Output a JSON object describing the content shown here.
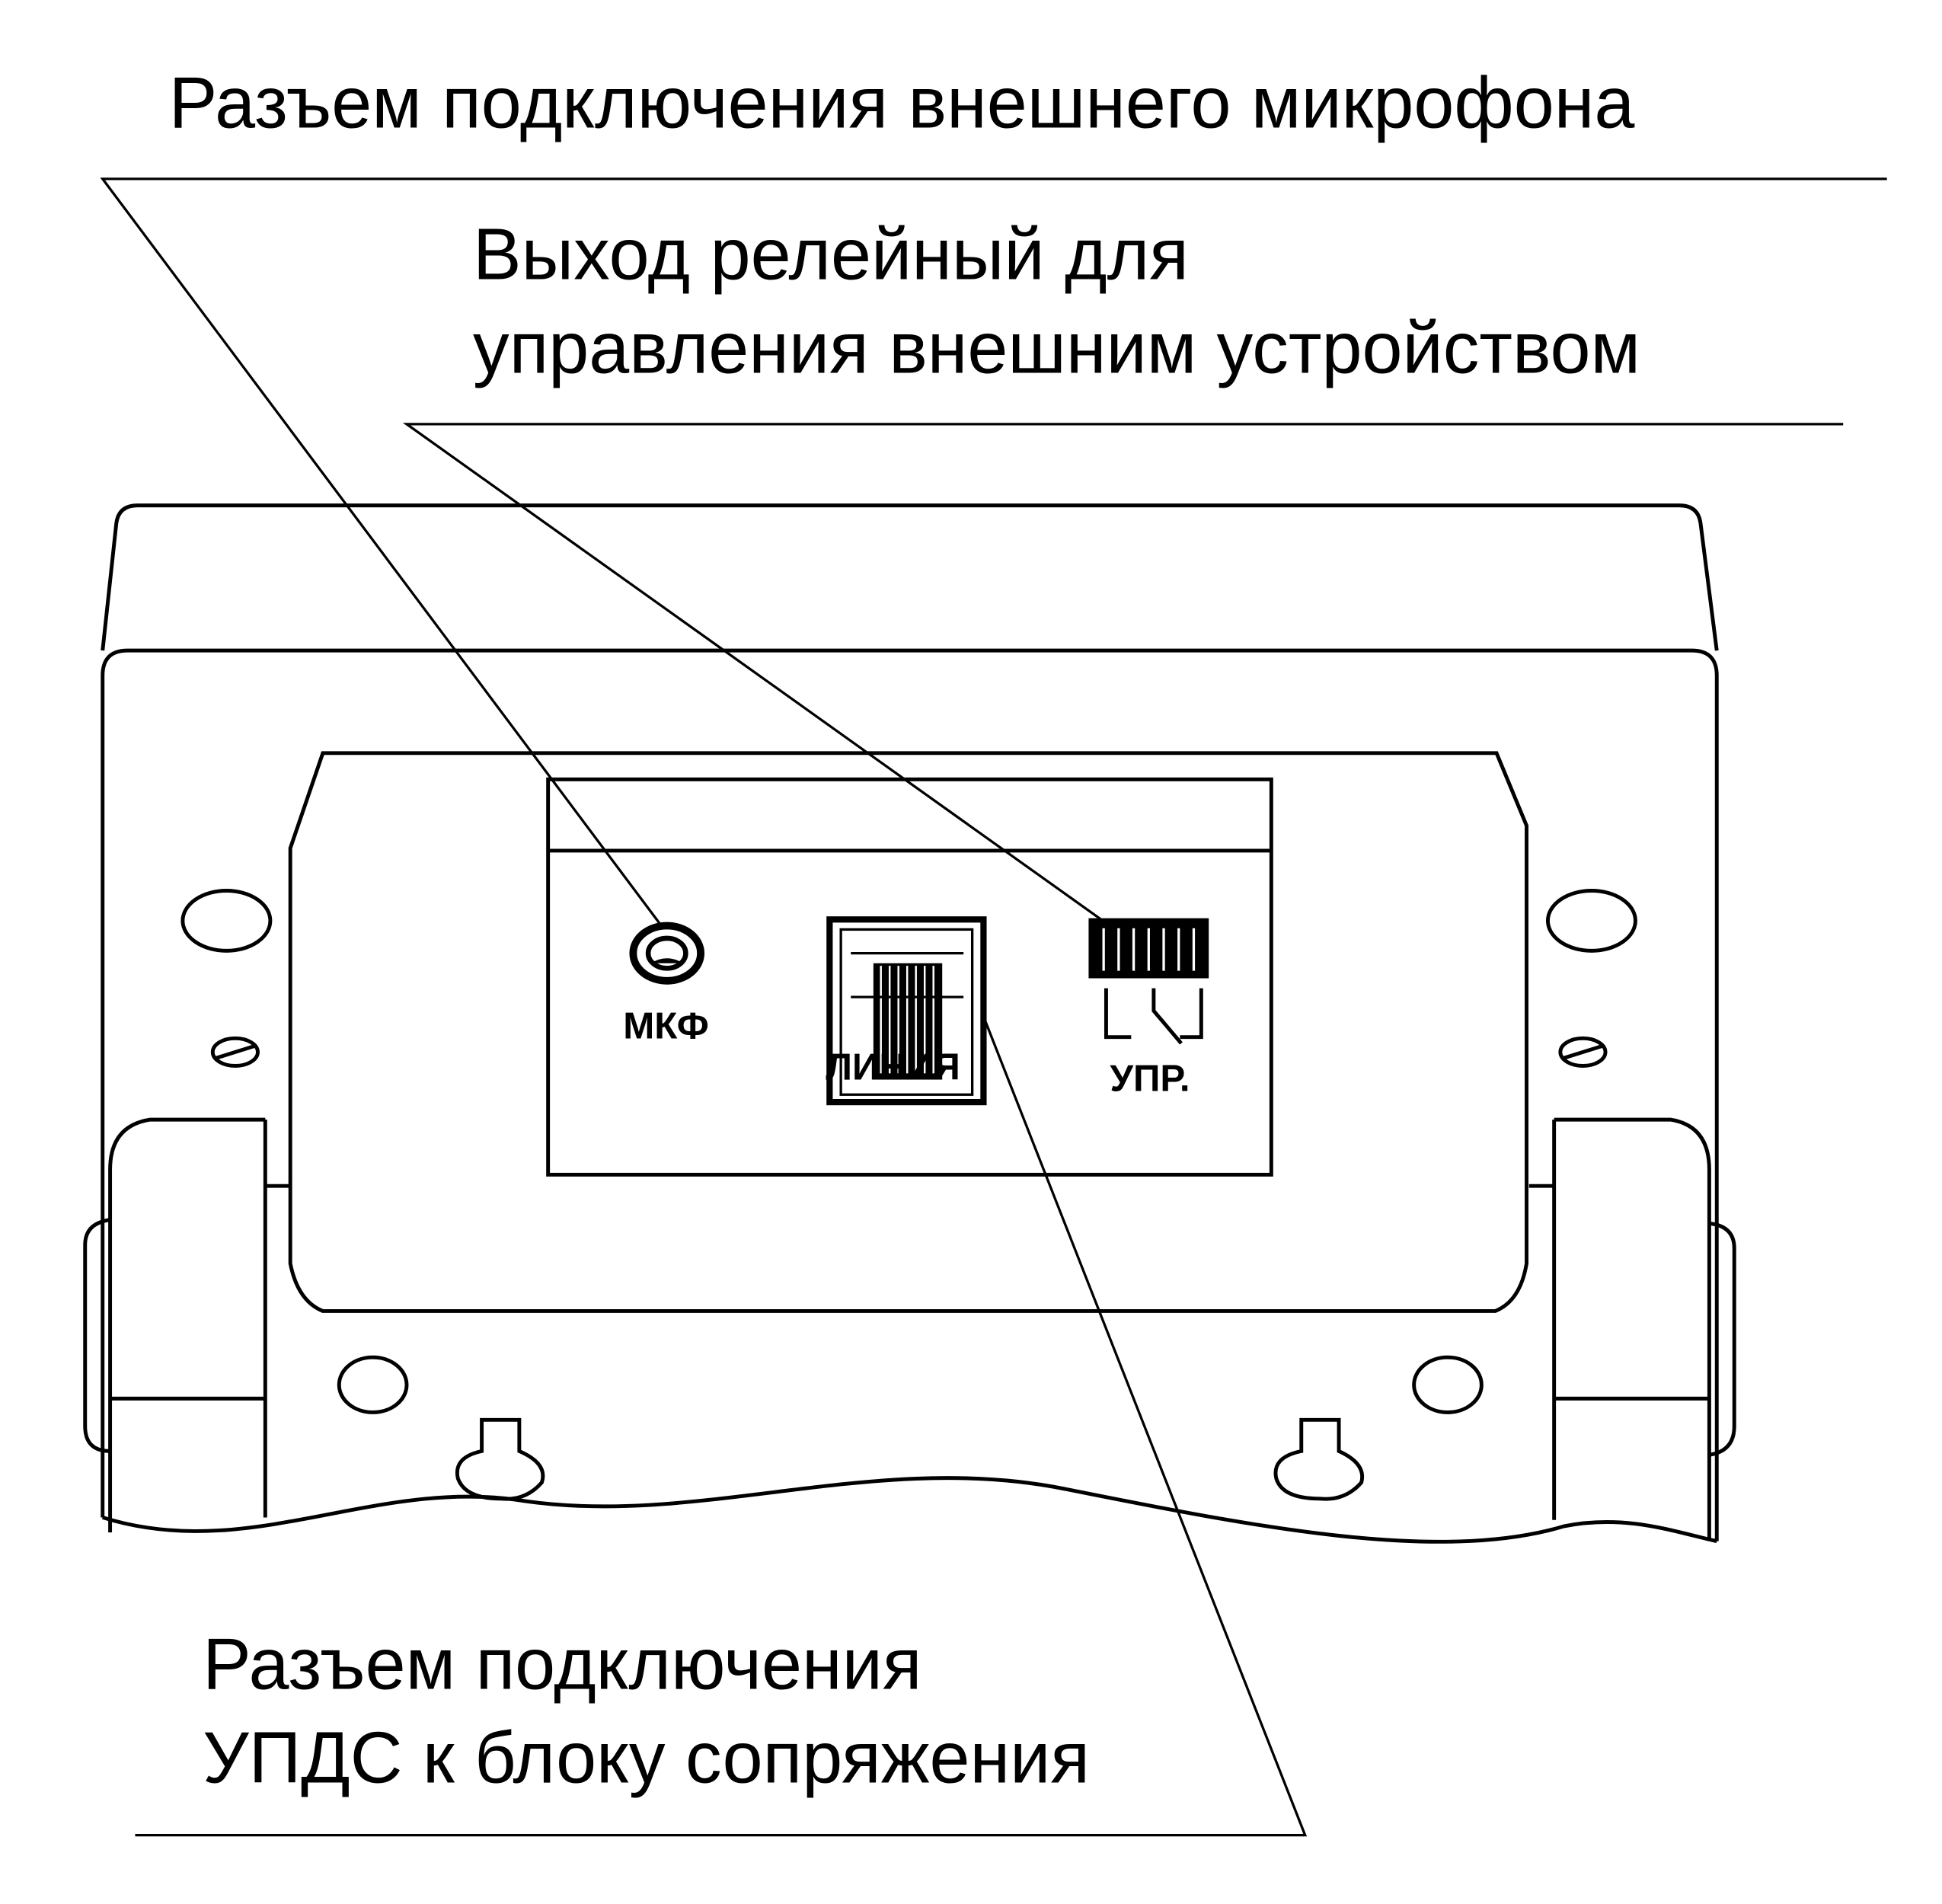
{
  "callouts": {
    "microphone": "Разъем подключения внешнего микрофона",
    "relay_line1": "Выход релейный для",
    "relay_line2": "управления внешним устройством",
    "line_line1": "Разъем подключения",
    "line_line2": "УПДС к блоку сопряжения"
  },
  "ports": {
    "mic": "МКФ",
    "line": "ЛИНИЯ",
    "control": "УПР."
  }
}
